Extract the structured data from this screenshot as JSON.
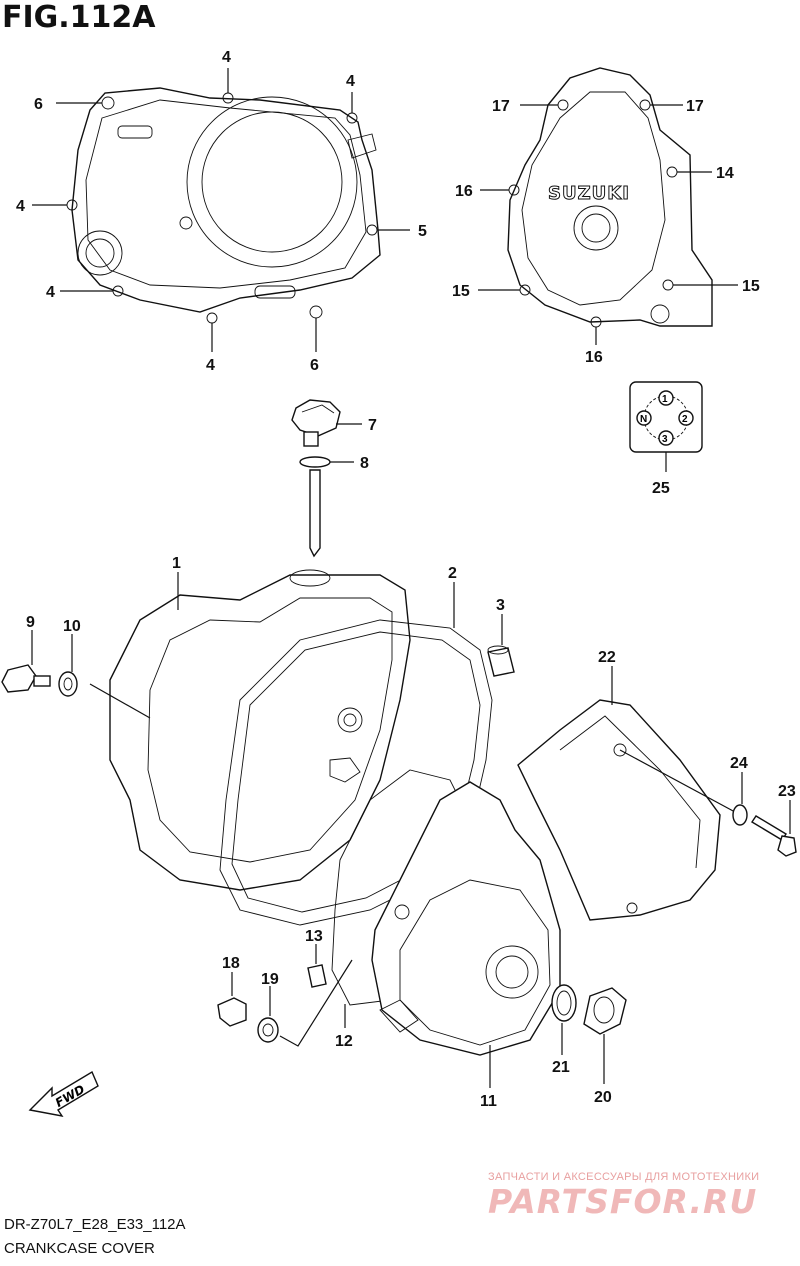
{
  "figure": {
    "title": "FIG.112A"
  },
  "callouts": {
    "c_4a": "4",
    "c_4b": "4",
    "c_4c": "4",
    "c_4d": "4",
    "c_4e": "4",
    "c_6a": "6",
    "c_6b": "6",
    "c_5": "5",
    "c_17a": "17",
    "c_17b": "17",
    "c_14": "14",
    "c_16a": "16",
    "c_16b": "16",
    "c_15a": "15",
    "c_15b": "15",
    "c_7": "7",
    "c_8": "8",
    "c_25": "25",
    "c_1": "1",
    "c_2": "2",
    "c_3": "3",
    "c_9": "9",
    "c_10": "10",
    "c_22": "22",
    "c_24": "24",
    "c_23": "23",
    "c_13": "13",
    "c_18": "18",
    "c_19": "19",
    "c_12": "12",
    "c_11": "11",
    "c_21": "21",
    "c_20": "20"
  },
  "brand_on_cover": "SUZUKI",
  "fwd_label": "FWD",
  "diagram_25_labels": {
    "top": "1",
    "right": "2",
    "bottom": "3",
    "left": "N"
  },
  "watermark": {
    "tagline": "ЗАПЧАСТИ И АКСЕССУАРЫ ДЛЯ МОТОТЕХНИКИ",
    "brand": "PARTSFOR.RU"
  },
  "footer": {
    "model_code": "DR-Z70L7_E28_E33_112A",
    "section_name": "CRANKCASE COVER"
  }
}
